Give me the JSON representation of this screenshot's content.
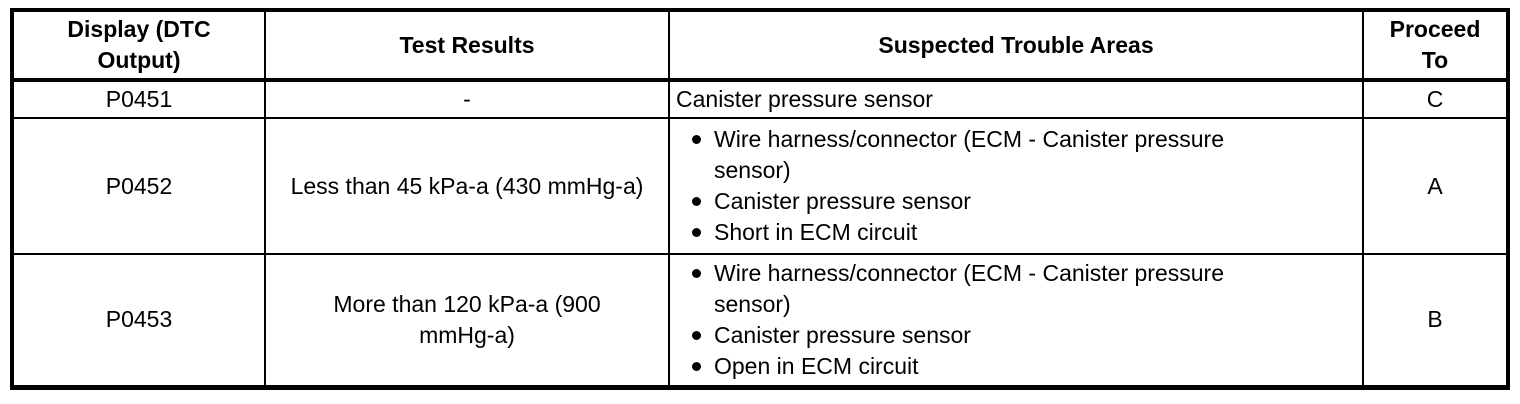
{
  "table": {
    "headers": {
      "dtc": "Display (DTC Output)",
      "test_results": "Test Results",
      "trouble_areas": "Suspected Trouble Areas",
      "proceed_to": "Proceed To"
    },
    "rows": [
      {
        "dtc": "P0451",
        "test_results": "-",
        "trouble_areas": [
          "Canister pressure sensor"
        ],
        "proceed_to": "C"
      },
      {
        "dtc": "P0452",
        "test_results": "Less than 45 kPa-a (430 mmHg-a)",
        "trouble_areas": [
          "Wire harness/connector (ECM - Canister pressure sensor)",
          "Canister pressure sensor",
          "Short in ECM circuit"
        ],
        "proceed_to": "A"
      },
      {
        "dtc": "P0453",
        "test_results": "More than 120 kPa-a (900 mmHg-a)",
        "trouble_areas": [
          "Wire harness/connector (ECM - Canister pressure sensor)",
          "Canister pressure sensor",
          "Open in ECM circuit"
        ],
        "proceed_to": "B"
      }
    ]
  },
  "colors": {
    "text": "#000000",
    "border": "#000000",
    "background": "#ffffff"
  }
}
